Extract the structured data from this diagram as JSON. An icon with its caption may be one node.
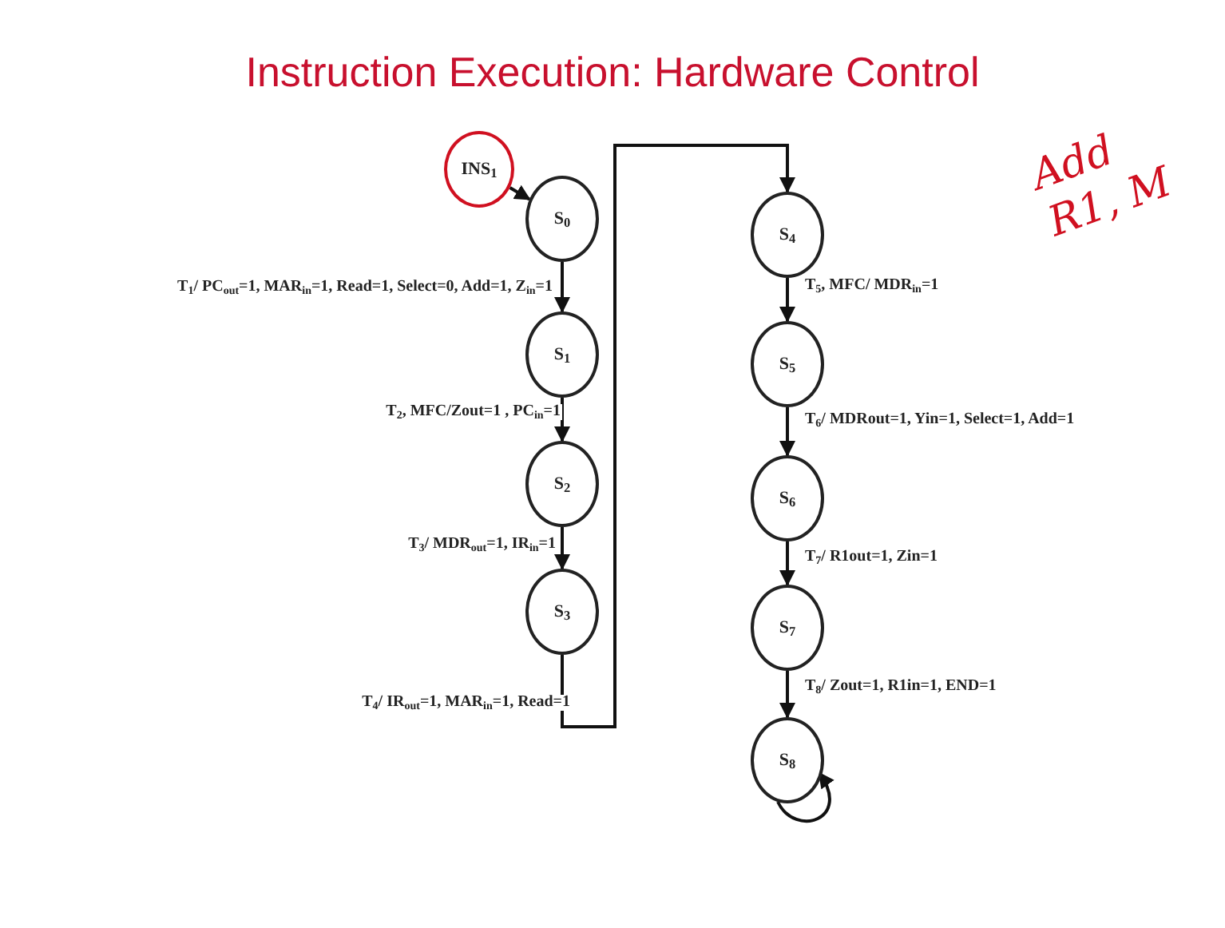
{
  "diagram": {
    "title": "Instruction Execution: Hardware Control",
    "nodes": [
      {
        "text": [
          "INS$_{1}$"
        ]
      },
      {
        "text": [
          "S$_{0}$"
        ]
      },
      {
        "text": [
          "S$_{1}$"
        ]
      },
      {
        "text": [
          "S$_{2}$"
        ]
      },
      {
        "text": [
          "S$_{3}$"
        ]
      },
      {
        "text": [
          "S$_{4}$"
        ]
      },
      {
        "text": [
          "S$_{5}$"
        ]
      },
      {
        "text": [
          "S$_{6}$"
        ]
      },
      {
        "text": [
          "S$_{7}$"
        ]
      },
      {
        "text": [
          "S$_{8}$"
        ]
      }
    ],
    "edges": [
      {
        "from": 0,
        "to": 1,
        "arrow": "to"
      },
      {
        "from": 1,
        "to": 2,
        "arrow": "to",
        "label": "T$_{1}$/ PC$_{out}$=1, MAR$_{in}$=1, Read=1, Select=0, Add=1, Z$_{in}$=1"
      },
      {
        "from": 2,
        "to": 3,
        "arrow": "to",
        "label": "T$_{2}$, MFC/Zout=1 , PC$_{in}$=1"
      },
      {
        "from": 3,
        "to": 4,
        "arrow": "to",
        "label": "T$_{3}$/ MDR$_{out}$=1, IR$_{in}$=1"
      },
      {
        "from": 4,
        "to": 5,
        "arrow": "to",
        "label": "T$_{4}$/ IR$_{out}$=1, MAR$_{in}$=1, Read=1"
      },
      {
        "from": 5,
        "to": 6,
        "arrow": "to",
        "label": "T$_{5}$, MFC/ MDR$_{in}$=1"
      },
      {
        "from": 6,
        "to": 7,
        "arrow": "to",
        "label": "T$_{6}$/ MDRout=1, Yin=1, Select=1, Add=1"
      },
      {
        "from": 7,
        "to": 8,
        "arrow": "to",
        "label": "T$_{7}$/ R1out=1, Zin=1"
      },
      {
        "from": 8,
        "to": 9,
        "arrow": "to",
        "label": "T$_{8}$/ Zout=1, R1in=1, END=1"
      },
      {
        "from": 9,
        "to": 9,
        "arrow": "to"
      }
    ],
    "labels": [
      "Add R1, M"
    ]
  }
}
